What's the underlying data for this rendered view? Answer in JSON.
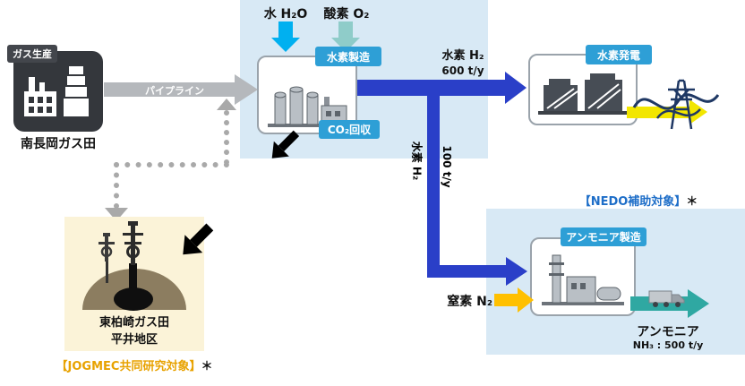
{
  "colors": {
    "panel_blue": "#d8e9f5",
    "badge_blue": "#2e9fd6",
    "flow_blue": "#2a3fc8",
    "water_arrow": "#00b0f0",
    "oxygen_arrow": "#8fccc9",
    "pipeline_gray": "#b5b8bc",
    "nitrogen_arrow": "#ffc000",
    "ammonia_arrow": "#2fa8a2",
    "power_arrow": "#f2e600",
    "nedo_text": "#1e6ec8",
    "jogmec_text": "#e8a200",
    "field_panel": "#fbf3d8"
  },
  "gas": {
    "badge": "ガス生産",
    "caption": "南長岡ガス田"
  },
  "pipeline": {
    "label": "パイプライン"
  },
  "inputs": {
    "water": "水 H₂O",
    "oxygen": "酸素 O₂"
  },
  "plant": {
    "production_badge": "水素製造",
    "co2_badge": "CO₂回収"
  },
  "to_power": {
    "line1": "水素 H₂",
    "line2": "600 t/y"
  },
  "to_ammonia": {
    "label": "水素 H₂",
    "amount": "100 t/y"
  },
  "power": {
    "badge": "水素発電"
  },
  "nedo": {
    "label": "【NEDO補助対象】",
    "star": "＊"
  },
  "ammonia": {
    "badge": "アンモニア製造",
    "nitrogen": "窒素 N₂",
    "product": "アンモニア",
    "detail": "NH₃ : 500 t/y"
  },
  "field": {
    "line1": "東柏崎ガス田",
    "line2": "平井地区"
  },
  "jogmec": {
    "label": "【JOGMEC共同研究対象】",
    "star": "＊"
  }
}
